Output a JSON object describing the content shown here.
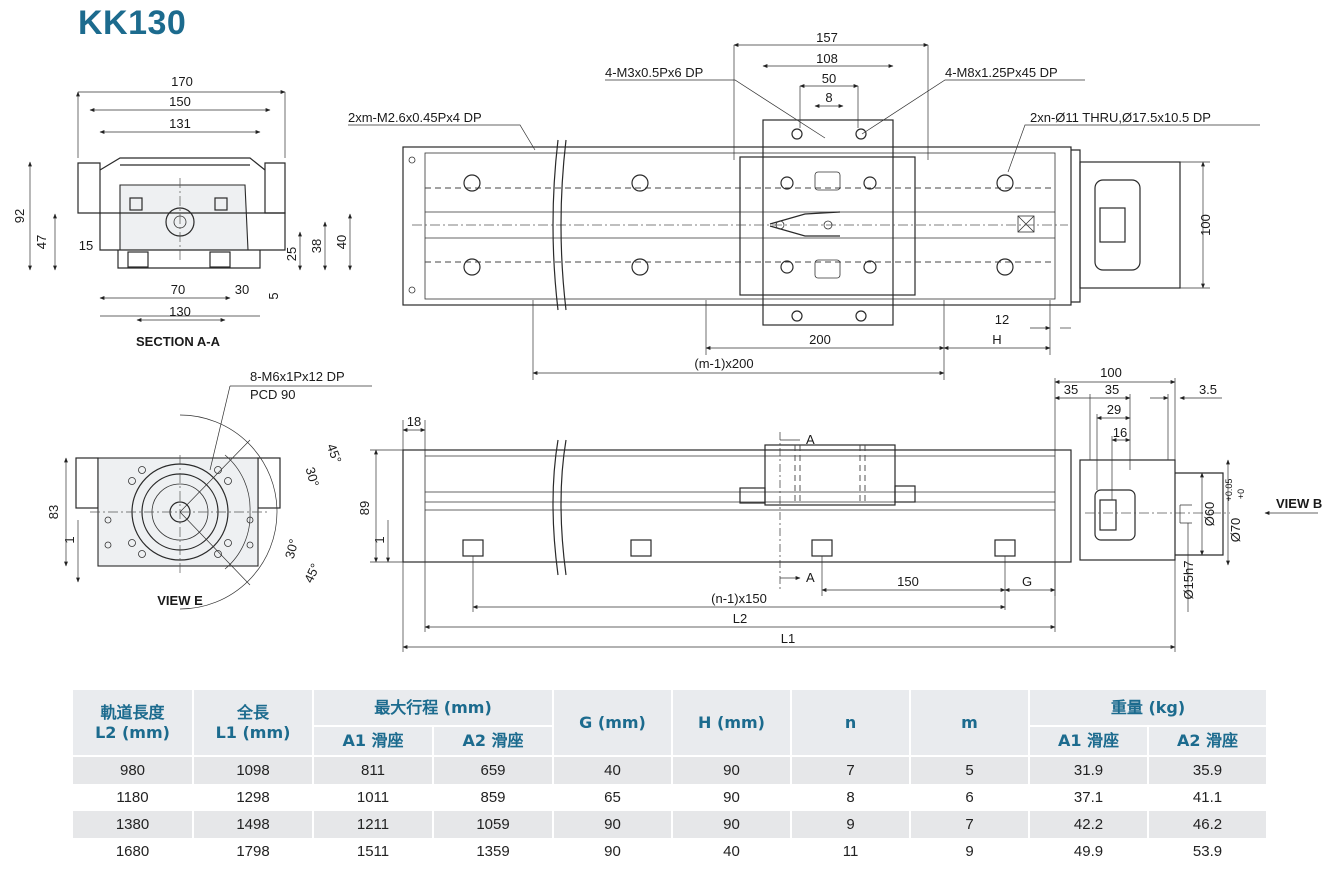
{
  "title": "KK130",
  "labels": {
    "section": "SECTION A-A",
    "view_e": "VIEW E",
    "view_b": "VIEW B",
    "pcd": "PCD 90",
    "bolt_m6": "8-M6x1Px12 DP",
    "thread_m26": "2xm-M2.6x0.45Px4 DP",
    "thread_m3": "4-M3x0.5Px6 DP",
    "thread_m8": "4-M8x1.25Px45 DP",
    "thru_hole": "2xn-Ø11 THRU,Ø17.5x10.5 DP",
    "section_mark": "A",
    "dia60": "Ø60",
    "dia70": "Ø70",
    "dia70_tol_upper": "+0.05",
    "dia70_tol_lower": "+0",
    "dia15": "Ø15h7",
    "m200": "(m-1)x200",
    "n150": "(n-1)x150",
    "L1": "L1",
    "L2": "L2",
    "G": "G",
    "H": "H",
    "angle_45": "45°",
    "angle_30": "30°"
  },
  "dims": {
    "d170": "170",
    "d150": "150",
    "d131": "131",
    "d92": "92",
    "d47": "47",
    "d15": "15",
    "d25": "25",
    "d38": "38",
    "d40": "40",
    "d5": "5",
    "d70": "70",
    "d30": "30",
    "d130": "130",
    "d157": "157",
    "d108": "108",
    "d50": "50",
    "d8": "8",
    "d100": "100",
    "d12": "12",
    "d200": "200",
    "d18": "18",
    "d89": "89",
    "d1": "1",
    "d83": "83",
    "d150b": "150",
    "d35": "35",
    "d29": "29",
    "d16": "16",
    "d3_5": "3.5"
  },
  "table": {
    "headers": {
      "rail_length": "軌道長度",
      "rail_length_unit": "L2 (mm)",
      "total_length": "全長",
      "total_length_unit": "L1 (mm)",
      "max_stroke": "最大行程 (mm)",
      "a1": "A1 滑座",
      "a2": "A2 滑座",
      "g": "G (mm)",
      "h": "H (mm)",
      "n": "n",
      "m": "m",
      "weight": "重量 (kg)",
      "w_a1": "A1 滑座",
      "w_a2": "A2 滑座"
    },
    "rows": [
      [
        "980",
        "1098",
        "811",
        "659",
        "40",
        "90",
        "7",
        "5",
        "31.9",
        "35.9"
      ],
      [
        "1180",
        "1298",
        "1011",
        "859",
        "65",
        "90",
        "8",
        "6",
        "37.1",
        "41.1"
      ],
      [
        "1380",
        "1498",
        "1211",
        "1059",
        "90",
        "90",
        "9",
        "7",
        "42.2",
        "46.2"
      ],
      [
        "1680",
        "1798",
        "1511",
        "1359",
        "90",
        "40",
        "11",
        "9",
        "49.9",
        "53.9"
      ]
    ]
  }
}
